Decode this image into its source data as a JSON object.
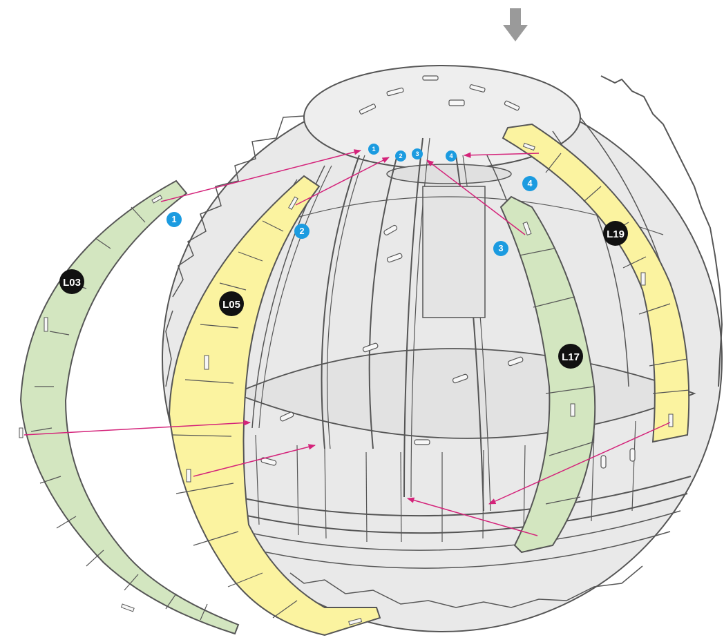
{
  "colors": {
    "arrow_gray": "#9a9a9a",
    "sphere_fill": "#e9e9e9",
    "sphere_shade": "#dcdcdc",
    "sphere_line": "#555555",
    "part_green": "#d3e6c0",
    "part_yellow": "#fbf3a0",
    "pointer_magenta": "#d4237a",
    "step_blue": "#1b9be0",
    "label_black": "#111111",
    "label_text": "#ffffff"
  },
  "parts": [
    {
      "id": "L03",
      "color": "green"
    },
    {
      "id": "L05",
      "color": "yellow"
    },
    {
      "id": "L17",
      "color": "green"
    },
    {
      "id": "L19",
      "color": "yellow"
    }
  ],
  "step_markers": [
    {
      "number": "1",
      "role": "on-part"
    },
    {
      "number": "1",
      "role": "on-slot"
    },
    {
      "number": "2",
      "role": "on-part"
    },
    {
      "number": "2",
      "role": "on-slot"
    },
    {
      "number": "3",
      "role": "on-part"
    },
    {
      "number": "3",
      "role": "on-slot"
    },
    {
      "number": "4",
      "role": "on-part"
    },
    {
      "number": "4",
      "role": "on-slot"
    }
  ],
  "direction_icon": "down-arrow-icon"
}
